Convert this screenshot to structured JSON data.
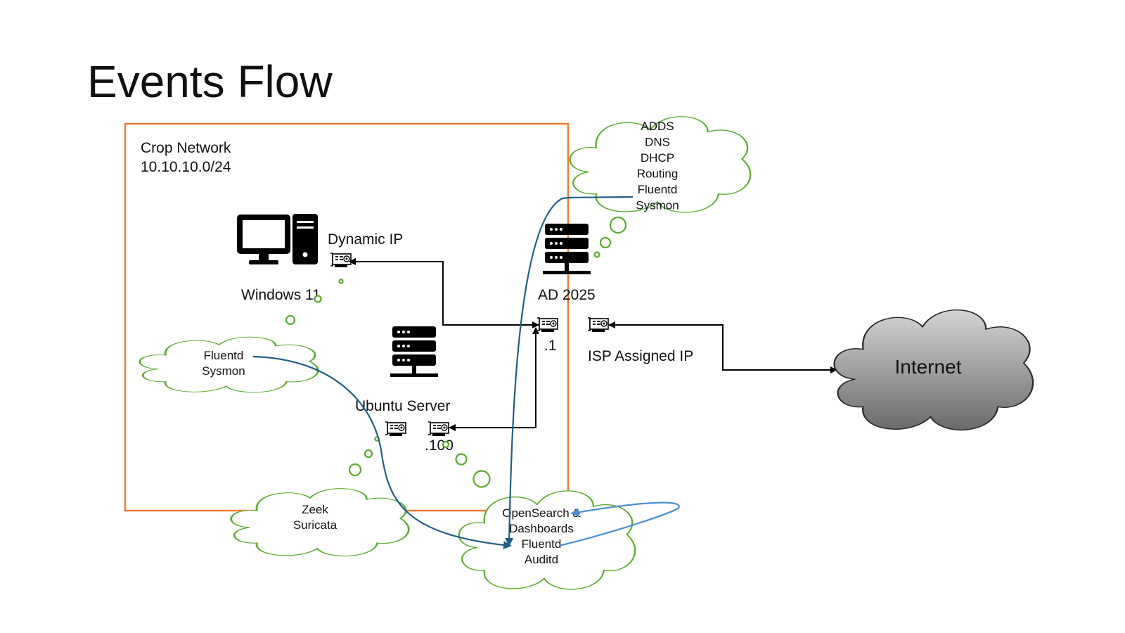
{
  "slide": {
    "title": "Events Flow"
  },
  "network": {
    "name": "Crop Network",
    "subnet": "10.10.10.0/24",
    "border_color": "#ed7d31"
  },
  "nodes": {
    "windows": {
      "label": "Windows 11",
      "ip_label": "Dynamic IP"
    },
    "ad": {
      "label": "AD 2025",
      "ip_label": ".1",
      "external_ip_label": "ISP Assigned IP"
    },
    "ubuntu": {
      "label": "Ubuntu Server",
      "ip_label": ".100"
    },
    "internet": {
      "label": "Internet"
    }
  },
  "clouds": {
    "ad_services": [
      "ADDS",
      "DNS",
      "DHCP",
      "Routing",
      "Fluentd",
      "Sysmon"
    ],
    "windows_services": [
      "Fluentd",
      "Sysmon"
    ],
    "ubuntu_sensors": [
      "Zeek",
      "Suricata"
    ],
    "siem": [
      "OpenSearch &",
      "Dashboards",
      "Fluentd",
      "Auditd"
    ]
  },
  "colors": {
    "cloud_outline": "#5aaa2e",
    "flow_dark": "#1f5f85",
    "flow_light": "#4a90d0",
    "internet_fill_top": "#d4d4d4",
    "internet_fill_bottom": "#6a6a6a",
    "connector": "#000000"
  },
  "icons": {
    "workstation": "desktop-computer-icon",
    "server": "server-rack-icon",
    "nic": "network-card-icon"
  }
}
